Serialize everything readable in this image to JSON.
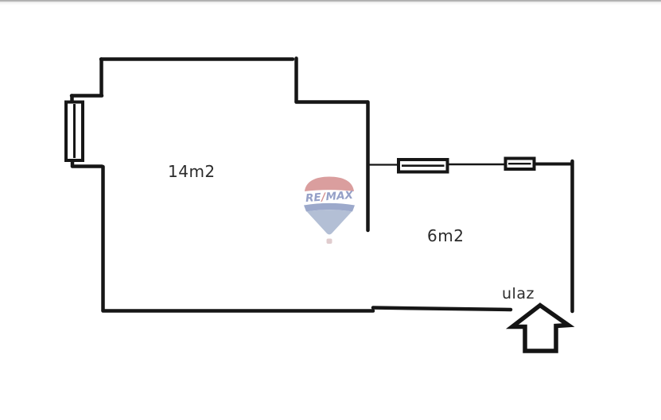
{
  "labels": {
    "room_large": "14m2",
    "room_small": "6m2",
    "entrance": "ulaz"
  },
  "watermark": {
    "brand_re": "RE",
    "brand_slash": "/",
    "brand_max": "MAX",
    "dome_red": "#d69191",
    "text_blue": "#8793c0",
    "text_red": "#ce8282",
    "band_blue": "#8f9ec4",
    "cone_blue": "#a9b7d0",
    "basket_pink": "#dcc6c8"
  },
  "style": {
    "wall_color": "#161616",
    "arrow_outline": "#141414"
  }
}
